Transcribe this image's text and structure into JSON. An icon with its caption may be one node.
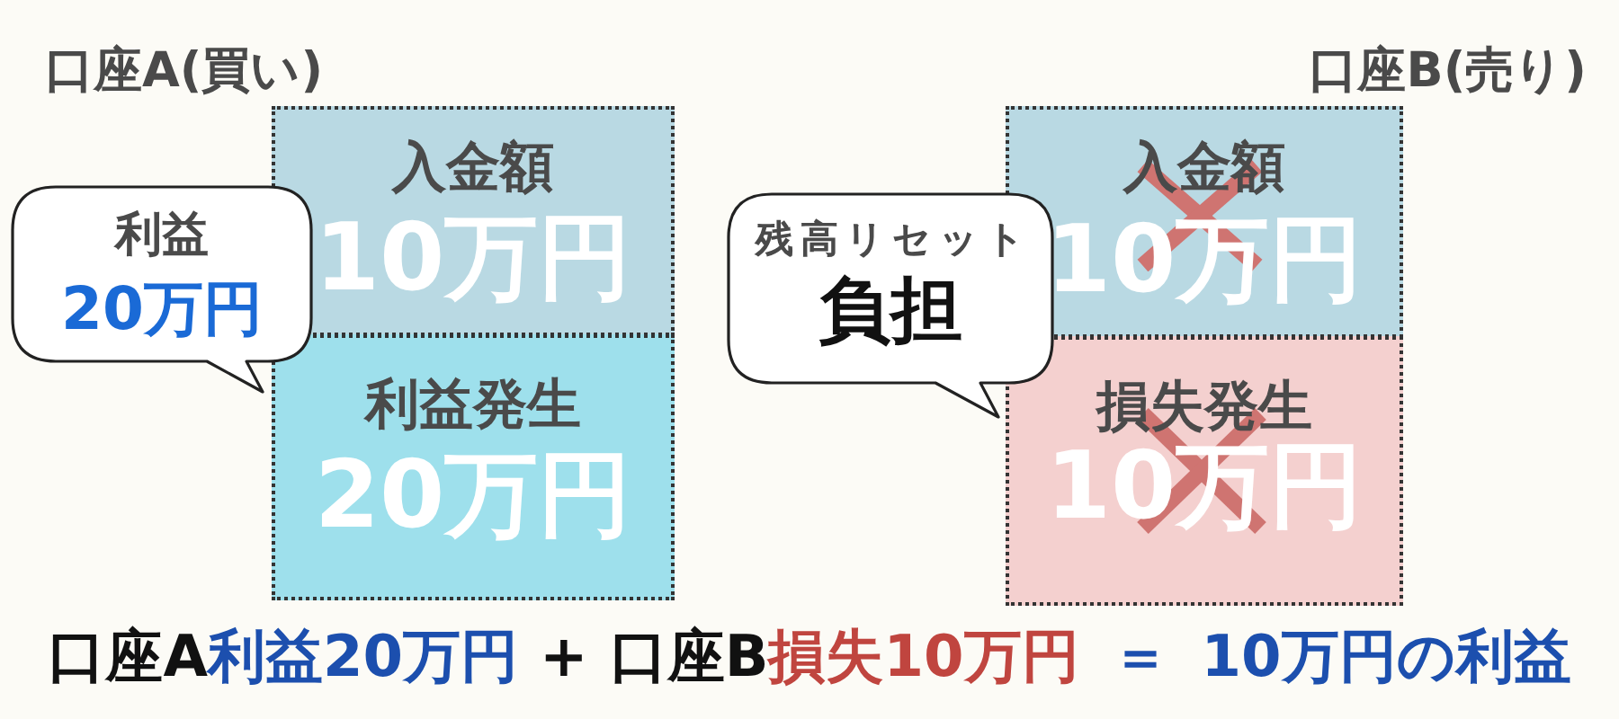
{
  "diagram": {
    "nodes": [
      {
        "text": [
          "入金額",
          "10万円"
        ]
      },
      {
        "text": [
          "利益発生",
          "20万円"
        ]
      },
      {
        "text": [
          "利益",
          "20万円"
        ]
      },
      {
        "text": [
          "入金額",
          "10万円"
        ]
      },
      {
        "text": [
          "損失発生",
          "10万円"
        ]
      },
      {
        "text": [
          "残高リセット",
          "負担"
        ]
      }
    ],
    "labels": [
      "口座A(買い)",
      "口座B(売り)",
      "口座A",
      "利益20万円",
      "+",
      "口座B",
      "損失10万円",
      "＝",
      "10万円の利益"
    ]
  }
}
